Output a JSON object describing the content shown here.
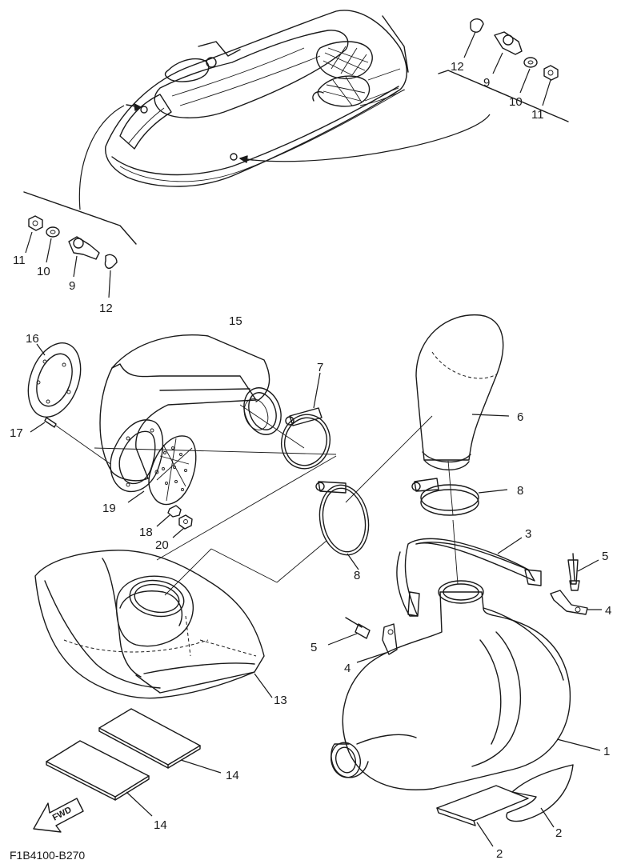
{
  "diagram": {
    "drawing_code": "F1B4100-B270",
    "direction_marker": "FWD",
    "callouts": {
      "c1": "1",
      "c2a": "2",
      "c2b": "2",
      "c3": "3",
      "c4a": "4",
      "c4b": "4",
      "c5a": "5",
      "c5b": "5",
      "c6": "6",
      "c7": "7",
      "c8a": "8",
      "c8b": "8",
      "c9a": "9",
      "c9b": "9",
      "c10a": "10",
      "c10b": "10",
      "c11a": "11",
      "c11b": "11",
      "c12a": "12",
      "c12b": "12",
      "c13": "13",
      "c14a": "14",
      "c14b": "14",
      "c15": "15",
      "c16": "16",
      "c17": "17",
      "c18": "18",
      "c19": "19",
      "c20": "20"
    }
  }
}
